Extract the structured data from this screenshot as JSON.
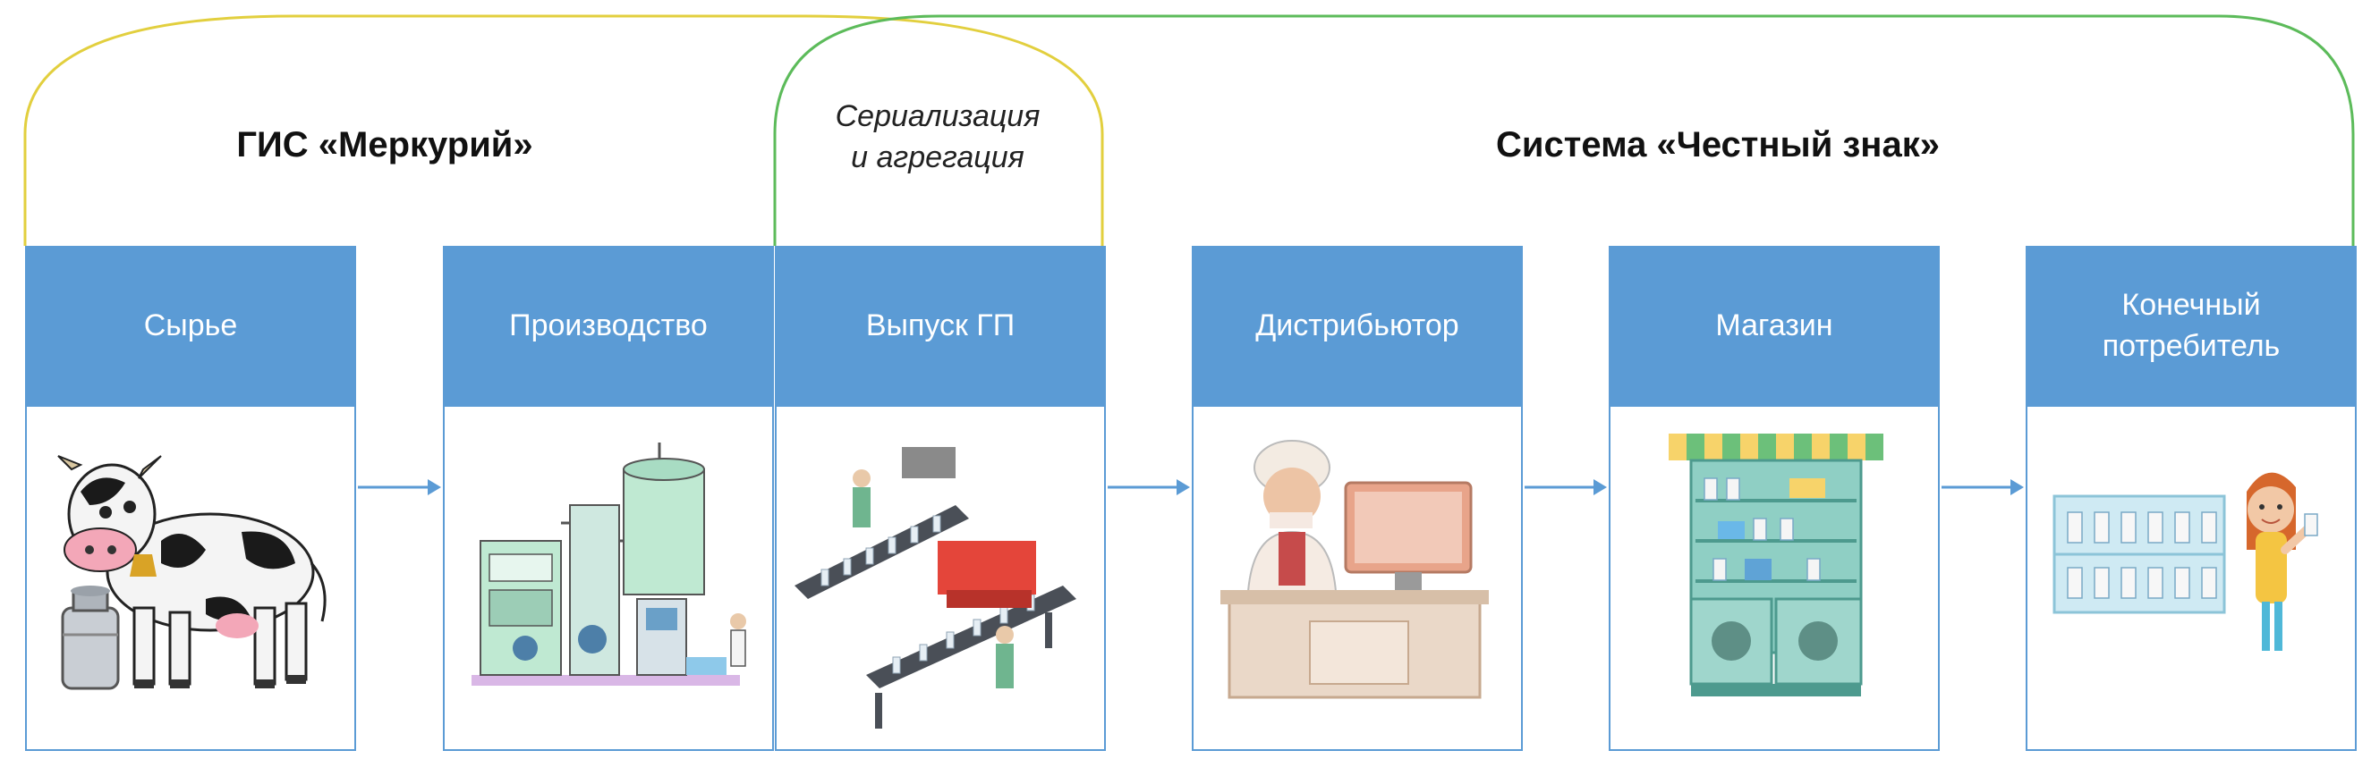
{
  "regions": {
    "mercury": {
      "title": "ГИС «Меркурий»",
      "frame_color": "#e2cf3e"
    },
    "serialization": {
      "line1": "Сериализация",
      "line2": "и агрегация"
    },
    "honest_sign": {
      "title": "Система «Честный знак»",
      "frame_color": "#5cbb5a"
    }
  },
  "stages": [
    {
      "label": "Сырье",
      "icon": "cow-with-milk-can-icon"
    },
    {
      "label": "Производство",
      "icon": "dairy-factory-icon"
    },
    {
      "label": "Выпуск ГП",
      "icon": "conveyor-line-icon"
    },
    {
      "label": "Дистрибьютор",
      "icon": "distributor-desk-icon"
    },
    {
      "label": "Магазин",
      "icon": "store-shelf-icon"
    },
    {
      "label": "Конечный\nпотребитель",
      "label_line1": "Конечный",
      "label_line2": "потребитель",
      "icon": "consumer-girl-icon"
    }
  ],
  "colors": {
    "stage_header": "#5b9bd5",
    "arrow": "#5b9bd5"
  }
}
